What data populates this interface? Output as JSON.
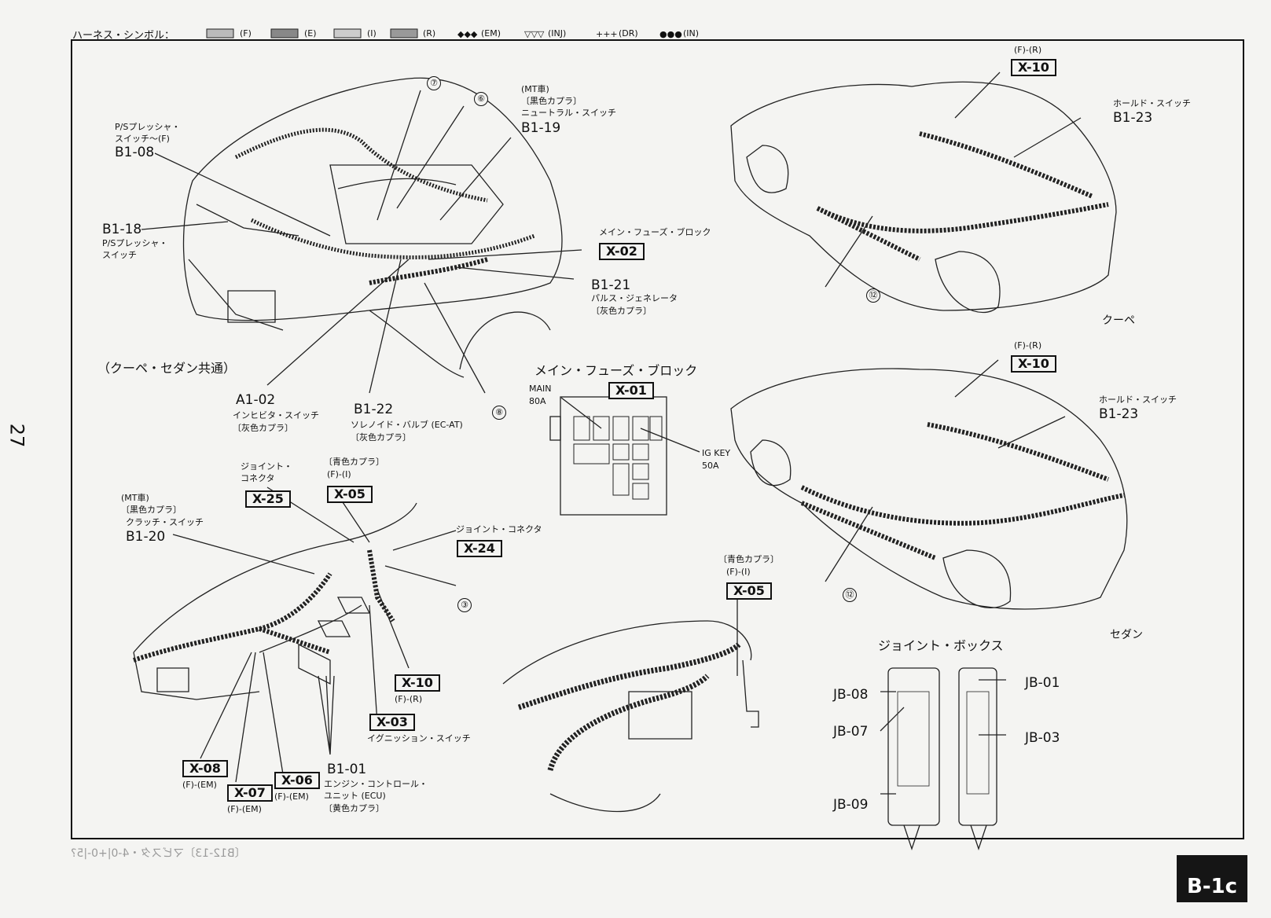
{
  "legend": {
    "title": "ハーネス・シンボル：",
    "items": [
      "(F)",
      "(E)",
      "(I)",
      "(R)",
      "(EM)",
      "(INJ)",
      "(DR)",
      "(IN)"
    ]
  },
  "page_number": "27",
  "page_tag": "B-1c",
  "mirror_text": "〔B12-13〕マビスタ・4-0|+0-|5?",
  "engine": {
    "b1_08": {
      "note1": "P/Sプレッシャ・",
      "note2": "スイッチ〜(F)",
      "id": "B1-08"
    },
    "b1_18": {
      "id": "B1-18",
      "note1": "P/Sプレッシャ・",
      "note2": "スイッチ"
    },
    "b1_19": {
      "note1": "(MT車)",
      "note2": "〔黒色カプラ〕",
      "note3": "ニュートラル・スイッチ",
      "id": "B1-19"
    },
    "main_fuse_label": "メイン・フューズ・ブロック",
    "x02": "X-02",
    "b1_21": {
      "id": "B1-21",
      "note1": "パルス・ジェネレータ",
      "note2": "〔灰色カプラ〕"
    },
    "common": "（クーペ・セダン共通）",
    "a1_02": {
      "id": "A1-02",
      "note1": "インヒビタ・スイッチ",
      "note2": "〔灰色カプラ〕"
    },
    "b1_22": {
      "id": "B1-22",
      "note1": "ソレノイド・バルブ (EC-AT)",
      "note2": "〔灰色カプラ〕"
    },
    "c7": "⑦",
    "c6": "⑥",
    "c8": "⑧"
  },
  "fuse_block": {
    "title": "メイン・フューズ・ブロック",
    "x01": "X-01",
    "main": "MAIN",
    "main_amp": "80A",
    "ig": "IG KEY",
    "ig_amp": "50A"
  },
  "coupe": {
    "fr": "(F)-(R)",
    "x10": "X-10",
    "hold_label": "ホールド・スイッチ",
    "b1_23": "B1-23",
    "c12": "⑫",
    "name": "クーペ"
  },
  "sedan": {
    "fr": "(F)-(R)",
    "x10": "X-10",
    "hold_label": "ホールド・スイッチ",
    "b1_23": "B1-23",
    "c12": "⑫",
    "name": "セダン"
  },
  "dash": {
    "joint1": "ジョイント・",
    "joint2": "コネクタ",
    "x25": "X-25",
    "blue1": "〔青色カプラ〕",
    "blue1_fi": "(F)-(I)",
    "x05": "X-05",
    "b1_20": {
      "note1": "(MT車)",
      "note2": "〔黒色カプラ〕",
      "note3": "クラッチ・スイッチ",
      "id": "B1-20"
    },
    "joint_conn": "ジョイント・コネクタ",
    "x24": "X-24",
    "c3": "③",
    "x10": "X-10",
    "x10_fr": "(F)-(R)",
    "x03": "X-03",
    "x03_label": "イグニッション・スイッチ",
    "x08": "X-08",
    "x08_sub": "(F)-(EM)",
    "x07": "X-07",
    "x07_sub": "(F)-(EM)",
    "x06": "X-06",
    "x06_sub": "(F)-(EM)",
    "b1_01": {
      "id": "B1-01",
      "note1": "エンジン・コントロール・",
      "note2": "ユニット (ECU)",
      "note3": "〔黄色カプラ〕"
    }
  },
  "dash2": {
    "blue": "〔青色カプラ〕",
    "fi": "(F)-(I)",
    "x05": "X-05"
  },
  "jbox": {
    "title": "ジョイント・ボックス",
    "jb08": "JB-08",
    "jb07": "JB-07",
    "jb09": "JB-09",
    "jb01": "JB-01",
    "jb03": "JB-03"
  }
}
